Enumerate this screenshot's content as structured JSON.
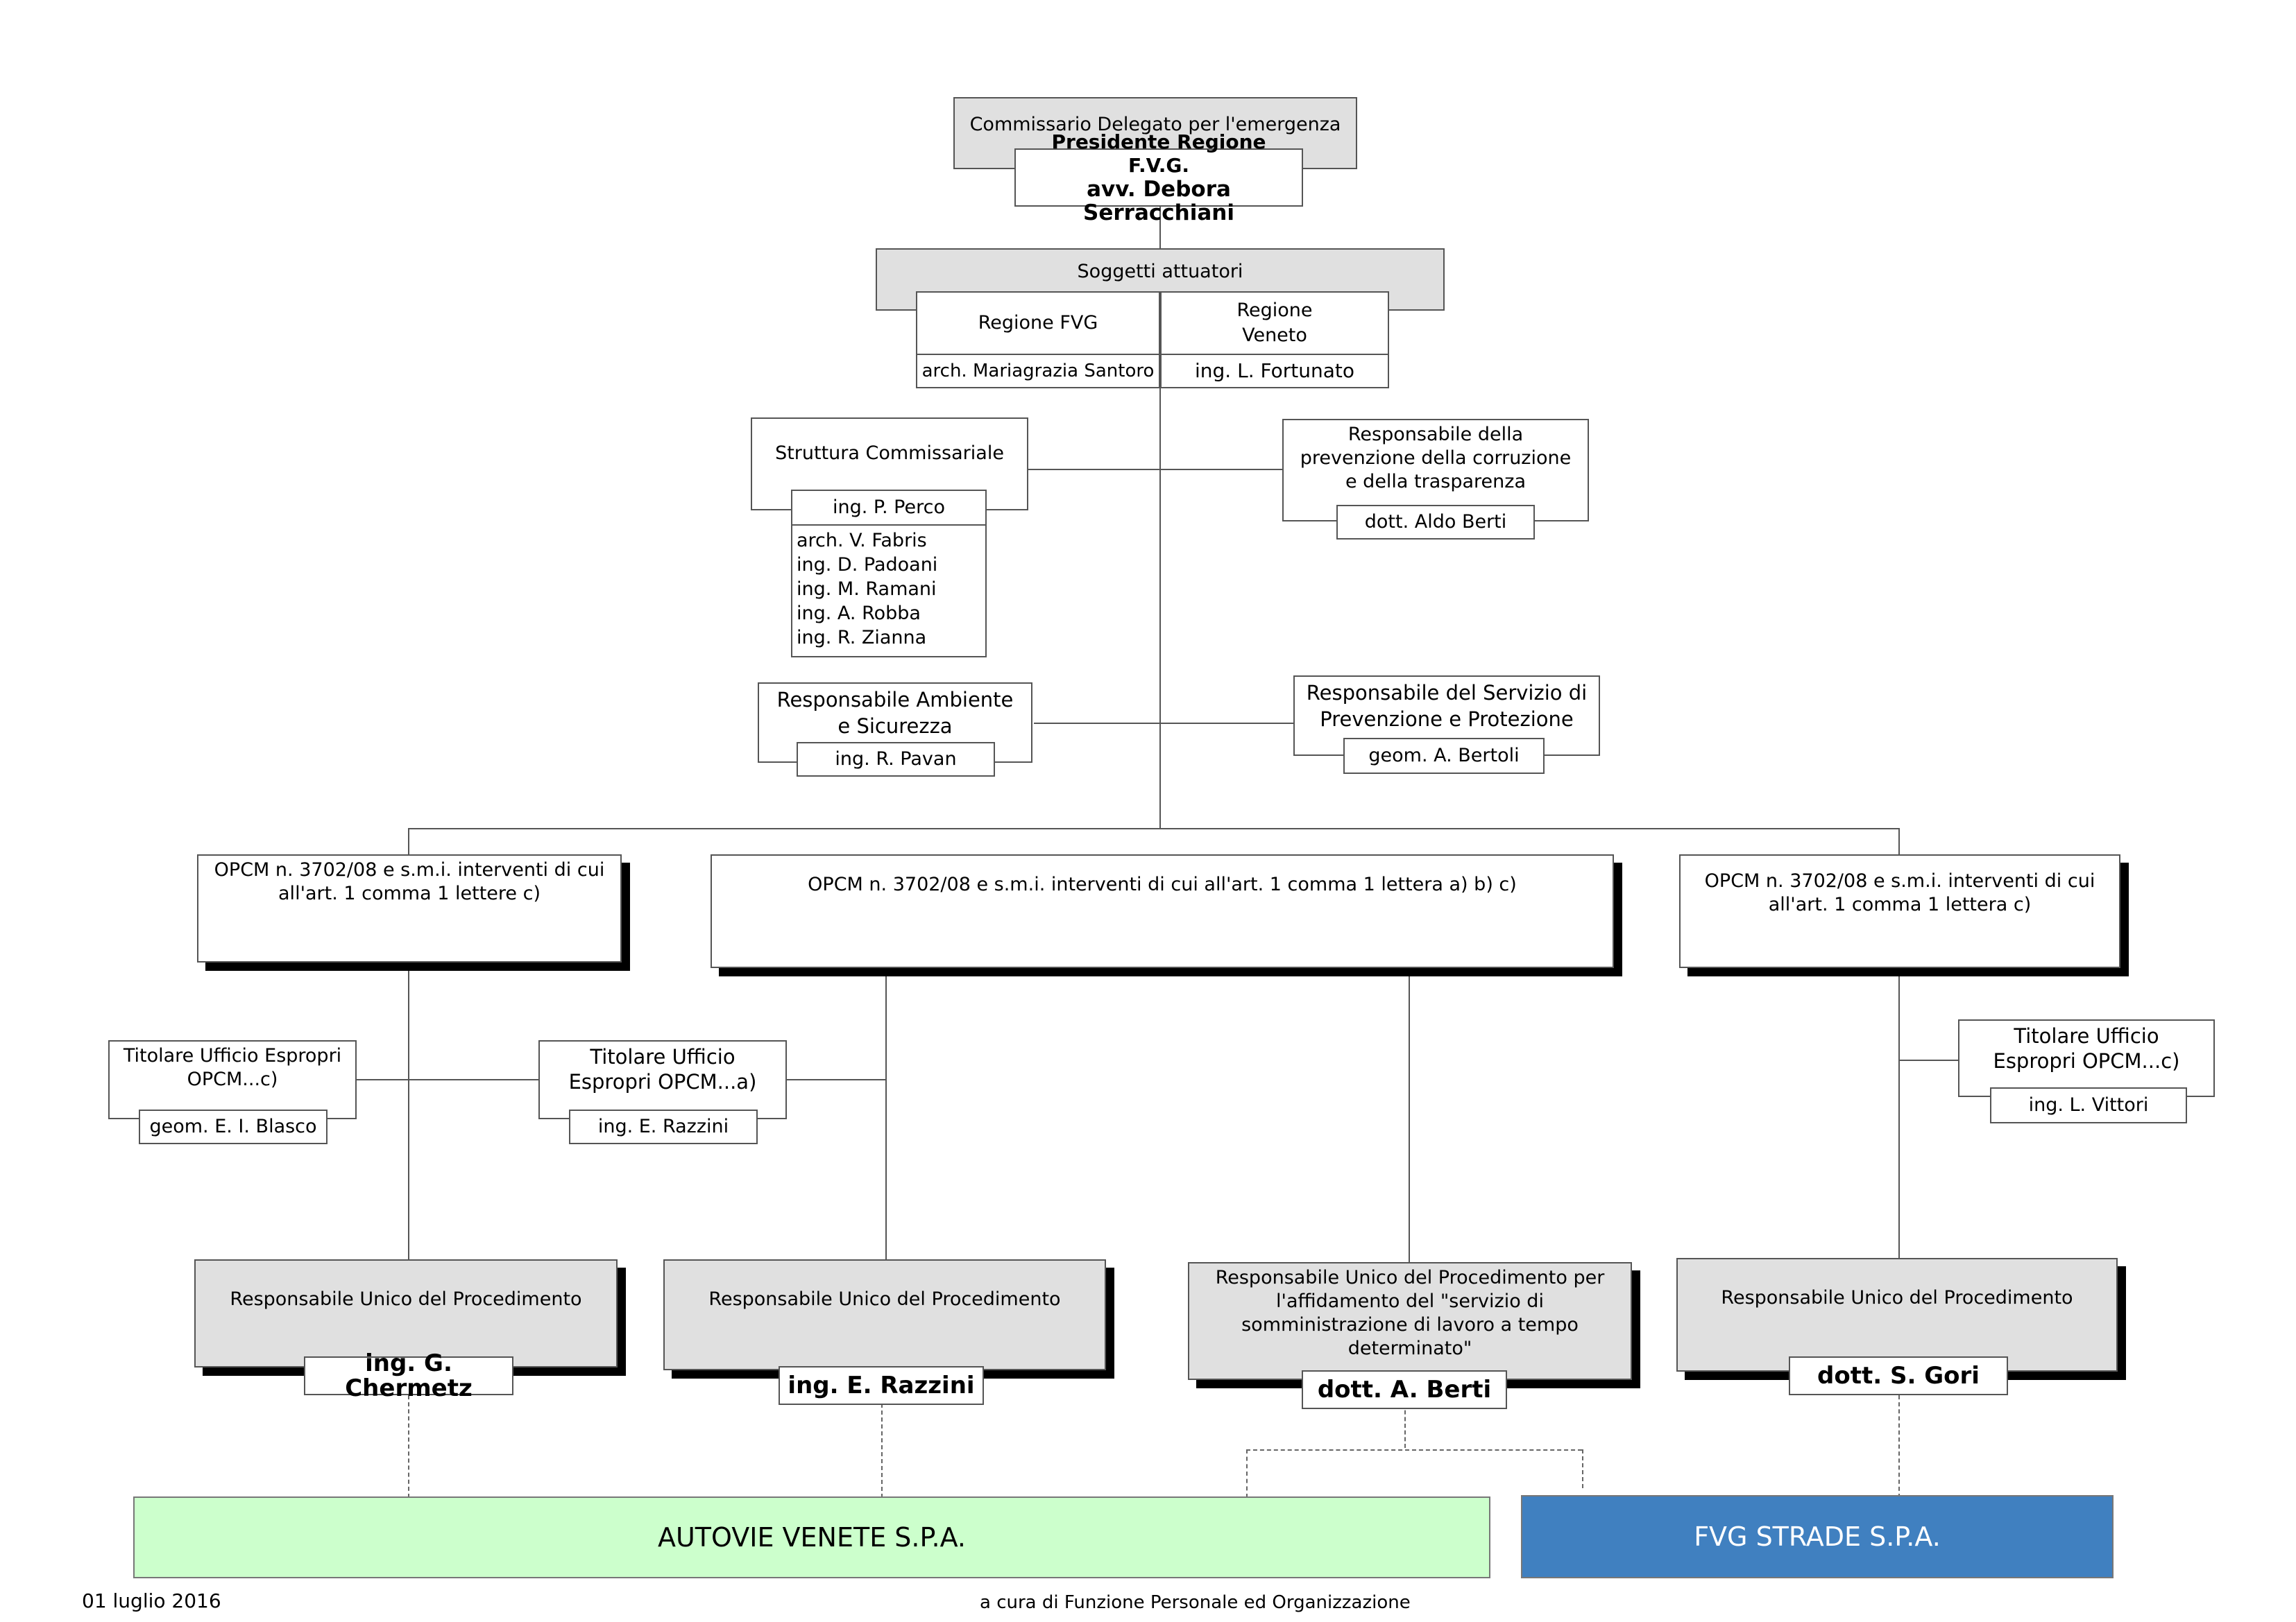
{
  "commissario": {
    "title": "Commissario Delegato per l'emergenza",
    "role": "Presidente Regione F.V.G.",
    "name": "avv. Debora Serracchiani"
  },
  "soggetti": {
    "title": "Soggetti attuatori",
    "fvg": {
      "region": "Regione FVG",
      "name": "arch. Mariagrazia Santoro"
    },
    "veneto": {
      "region": "Regione Veneto",
      "name": "ing. L. Fortunato"
    }
  },
  "struttura": {
    "title": "Struttura Commissariale",
    "head": "ing. P. Perco",
    "members": [
      "arch. V. Fabris",
      "ing. D. Padoani",
      "ing. M. Ramani",
      "ing. A. Robba",
      "ing. R. Zianna"
    ]
  },
  "anticorruzione": {
    "title": "Responsabile della prevenzione della corruzione e della trasparenza",
    "name": "dott. Aldo Berti"
  },
  "ambiente": {
    "title": "Responsabile Ambiente e Sicurezza",
    "name": "ing. R. Pavan"
  },
  "prevenzione": {
    "title": "Responsabile del Servizio di Prevenzione e Protezione",
    "name": "geom. A. Bertoli"
  },
  "opcm": {
    "left": "OPCM n. 3702/08 e s.m.i. interventi di cui all'art. 1 comma 1 lettere c)",
    "center": "OPCM n. 3702/08 e s.m.i. interventi di cui all'art. 1 comma 1 lettera a) b) c)",
    "right": "OPCM n. 3702/08 e s.m.i. interventi di cui all'art. 1 comma 1 lettera c)"
  },
  "espropri": {
    "c_left": {
      "title": "Titolare Ufficio Espropri OPCM...c)",
      "name": "geom. E. I. Blasco"
    },
    "a": {
      "title": "Titolare Ufficio Espropri OPCM...a)",
      "name": "ing. E. Razzini"
    },
    "c_right": {
      "title": "Titolare Ufficio Espropri OPCM...c)",
      "name": "ing. L. Vittori"
    }
  },
  "rup": [
    {
      "title": "Responsabile Unico del Procedimento",
      "name": "ing. G. Chermetz"
    },
    {
      "title": "Responsabile Unico del Procedimento",
      "name": "ing. E. Razzini"
    },
    {
      "title": "Responsabile Unico del Procedimento per l'affidamento del \"servizio di somministrazione di lavoro a tempo determinato\"",
      "name": "dott. A. Berti"
    },
    {
      "title": "Responsabile Unico del Procedimento",
      "name": "dott. S. Gori"
    }
  ],
  "companies": {
    "autovie": {
      "name": "AUTOVIE VENETE S.P.A.",
      "color": "#ccffcc"
    },
    "fvg_strade": {
      "name": "FVG STRADE S.P.A.",
      "color": "#4080c0"
    }
  },
  "footer": {
    "date": "01 luglio 2016",
    "credit": "a cura di Funzione Personale ed Organizzazione"
  }
}
